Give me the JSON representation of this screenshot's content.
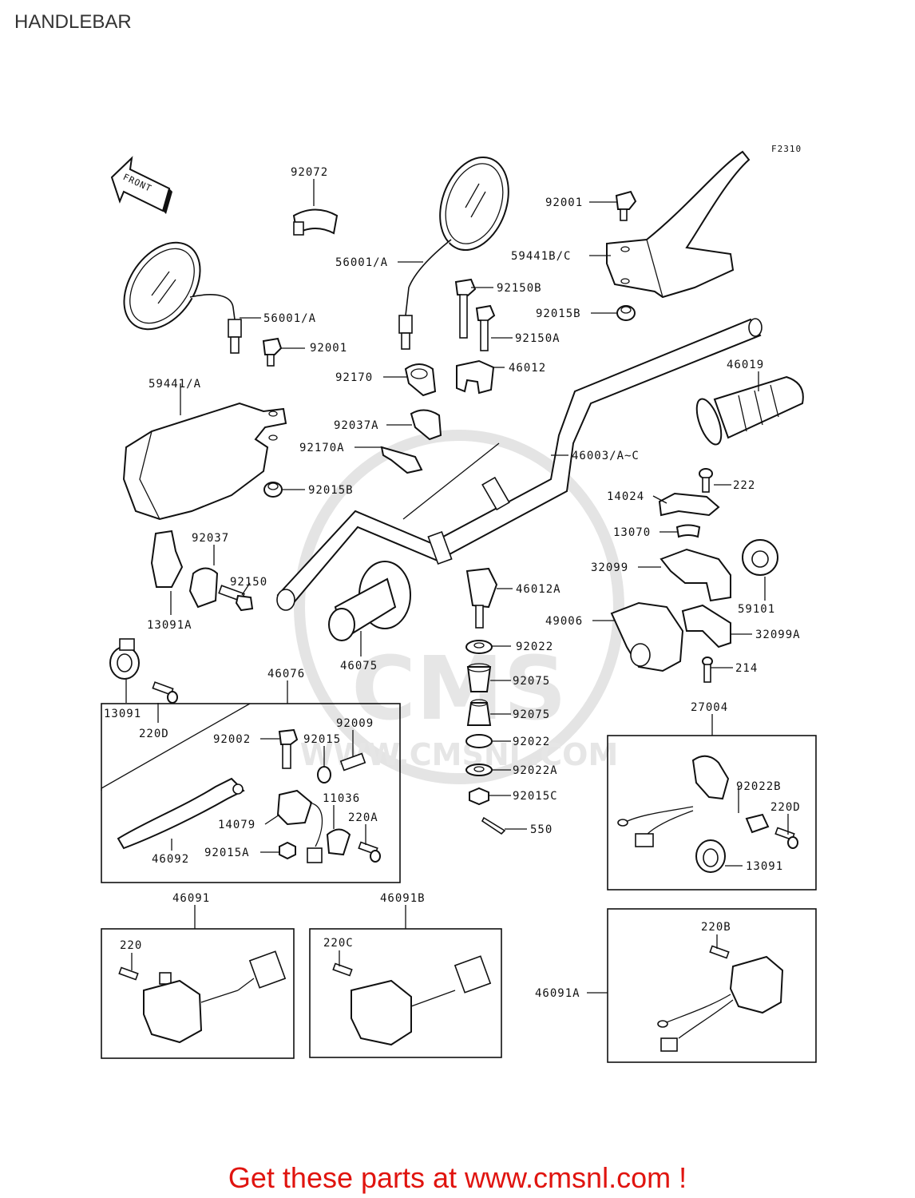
{
  "page": {
    "title": "HANDLEBAR",
    "figure_code": "F2310",
    "front_arrow_label": "FRONT",
    "watermark_text": "WWW.CMSNL.COM",
    "watermark_logo_text": "CMS",
    "footer_text": "Get these parts at www.cmsnl.com !",
    "footer_color": "#e0140f"
  },
  "labels": {
    "l92072": "92072",
    "l56001a_right": "56001/A",
    "l56001a_left": "56001/A",
    "l92001_left": "92001",
    "l92001_right": "92001",
    "l59441bc": "59441B/C",
    "l92150b": "92150B",
    "l92015b_right": "92015B",
    "l92150a": "92150A",
    "l46012": "46012",
    "l92170": "92170",
    "l46019": "46019",
    "l59441a": "59441/A",
    "l92037a": "92037A",
    "l92170a": "92170A",
    "l46003": "46003/A~C",
    "l92015b_left": "92015B",
    "l222": "222",
    "l14024": "14024",
    "l13070": "13070",
    "l92037": "92037",
    "l32099": "32099",
    "l92150": "92150",
    "l46012a": "46012A",
    "l59101": "59101",
    "l13091a": "13091A",
    "l49006": "49006",
    "l92022_1": "92022",
    "l32099a": "32099A",
    "l46075": "46075",
    "l214": "214",
    "l46076": "46076",
    "l92075_1": "92075",
    "l13091_left": "13091",
    "l27004": "27004",
    "l92075_2": "92075",
    "l220d_left": "220D",
    "l92009": "92009",
    "l92002": "92002",
    "l92015": "92015",
    "l92022_2": "92022",
    "l92022b": "92022B",
    "l92022a": "92022A",
    "l220d_right": "220D",
    "l11036": "11036",
    "l92015c": "92015C",
    "l220a": "220A",
    "l14079": "14079",
    "l550": "550",
    "l92015a": "92015A",
    "l46092": "46092",
    "l13091_right": "13091",
    "l46091": "46091",
    "l46091b": "46091B",
    "l220": "220",
    "l220c": "220C",
    "l220b": "220B",
    "l46091a": "46091A"
  }
}
